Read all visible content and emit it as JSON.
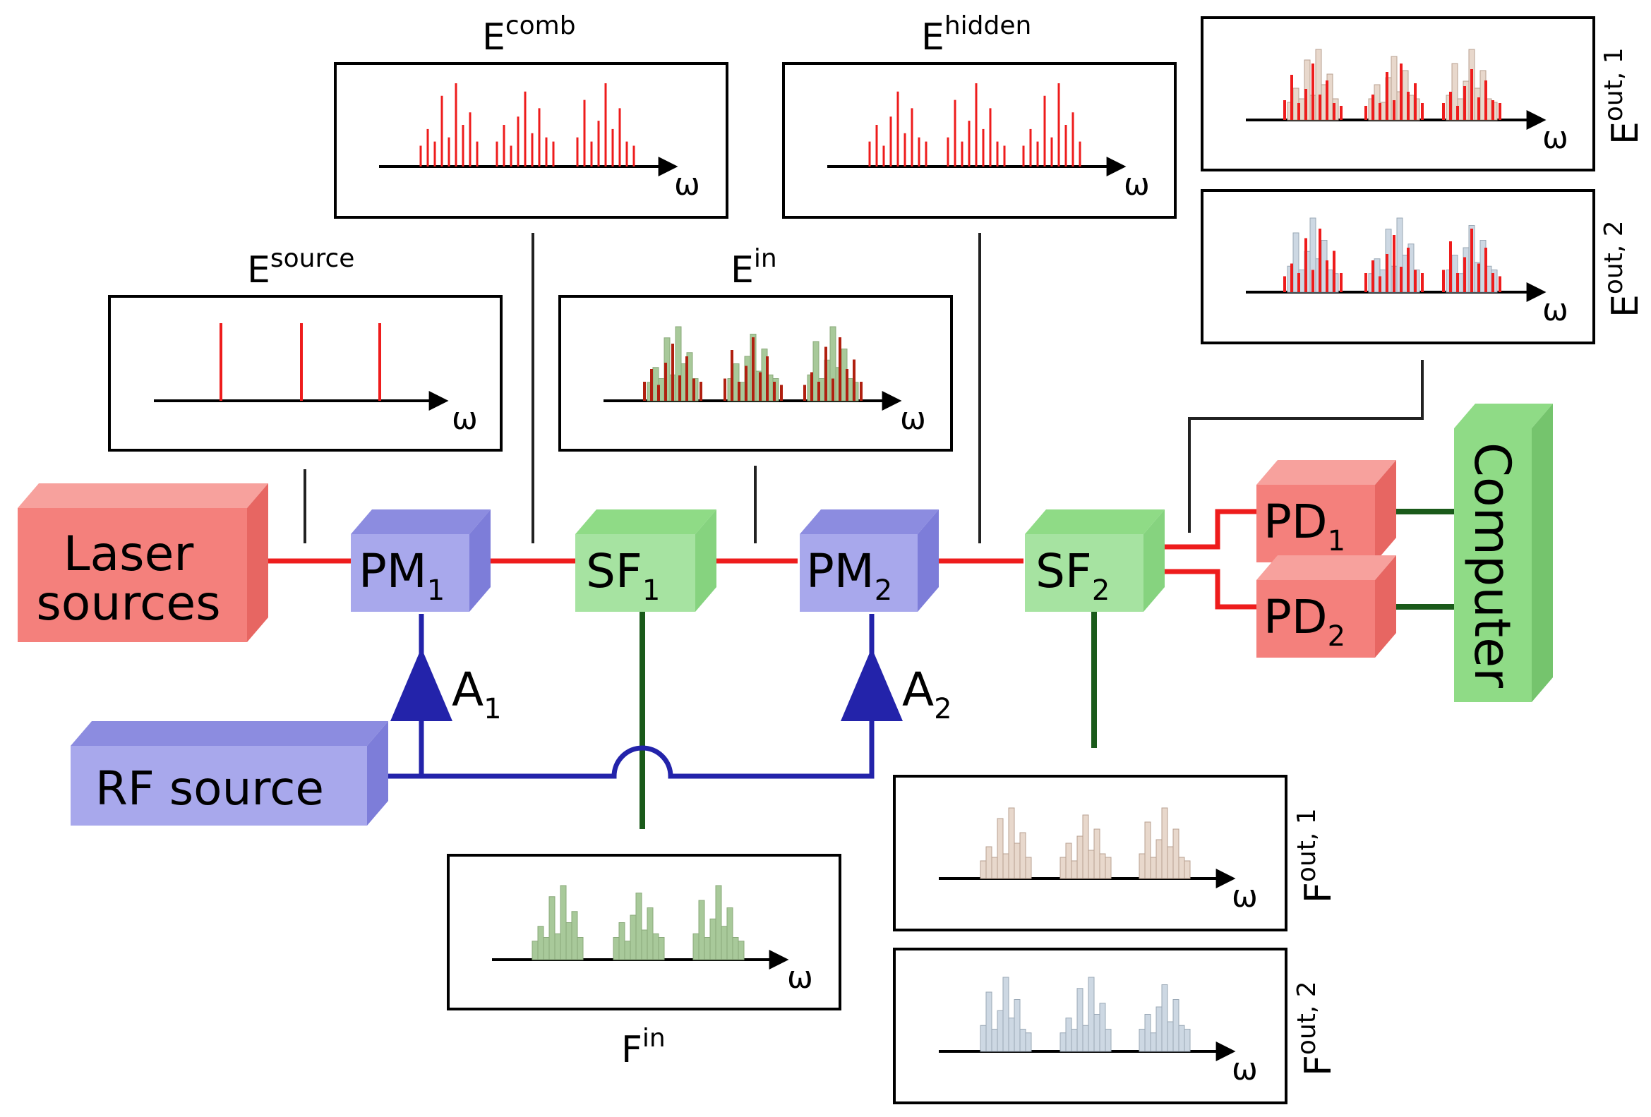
{
  "components": {
    "laser": {
      "line1": "Laser",
      "line2": "sources"
    },
    "pm1": {
      "main": "PM",
      "sub": "1"
    },
    "pm2": {
      "main": "PM",
      "sub": "2"
    },
    "sf1": {
      "main": "SF",
      "sub": "1"
    },
    "sf2": {
      "main": "SF",
      "sub": "2"
    },
    "pd1": {
      "main": "PD",
      "sub": "1"
    },
    "pd2": {
      "main": "PD",
      "sub": "2"
    },
    "computer": {
      "label": "Computer"
    },
    "rf": {
      "label": "RF source"
    },
    "amp1": {
      "main": "A",
      "sub": "1"
    },
    "amp2": {
      "main": "A",
      "sub": "2"
    }
  },
  "panels": {
    "source": {
      "base": "E",
      "sup": "source"
    },
    "comb": {
      "base": "E",
      "sup": "comb"
    },
    "ein": {
      "base": "E",
      "sup": "in"
    },
    "hidden": {
      "base": "E",
      "sup": "hidden"
    },
    "eout1": {
      "base": "E",
      "sup": "out, 1"
    },
    "eout2": {
      "base": "E",
      "sup": "out, 2"
    },
    "fin": {
      "base": "F",
      "sup": "in"
    },
    "fout1": {
      "base": "F",
      "sup": "out, 1"
    },
    "fout2": {
      "base": "F",
      "sup": "out, 2"
    }
  },
  "axis_symbol": "ω",
  "colors": {
    "laser_red": "#f4807c",
    "optical_line": "#ee1c1c",
    "modulator_blue": "#a8a8ec",
    "rf_line": "#2323aa",
    "filter_green": "#a6e3a1",
    "electrical_line": "#1a5a1a",
    "hist_green": "#a8c99a",
    "hist_beige": "#e8d8cc",
    "hist_blue": "#cdd8e3"
  }
}
